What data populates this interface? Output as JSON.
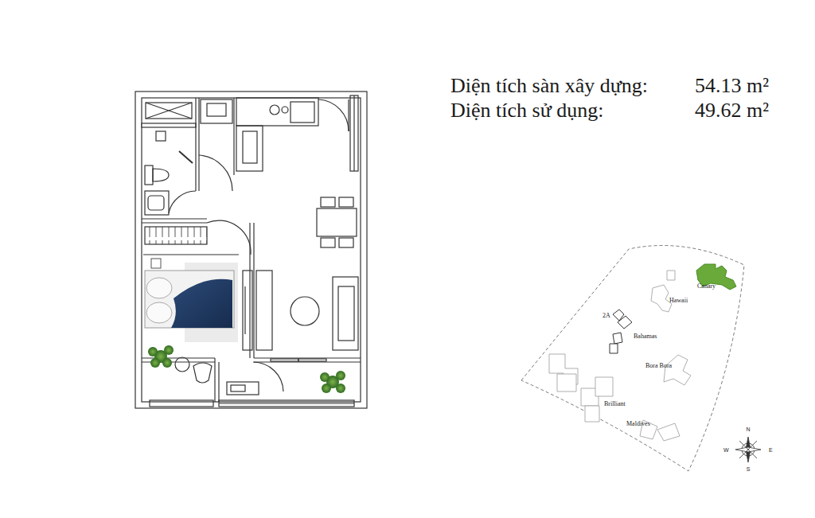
{
  "diagram": {
    "labels": [
      "Diện tích sàn xây dựng:",
      "54.13 m²",
      "Diện tích sử dụng:",
      "49.62 m²",
      "Canary",
      "Hawaii",
      "2A",
      "Bahamas",
      "Bora Bora",
      "Brilliant",
      "Maldives",
      "N",
      "E",
      "S",
      "W"
    ]
  }
}
